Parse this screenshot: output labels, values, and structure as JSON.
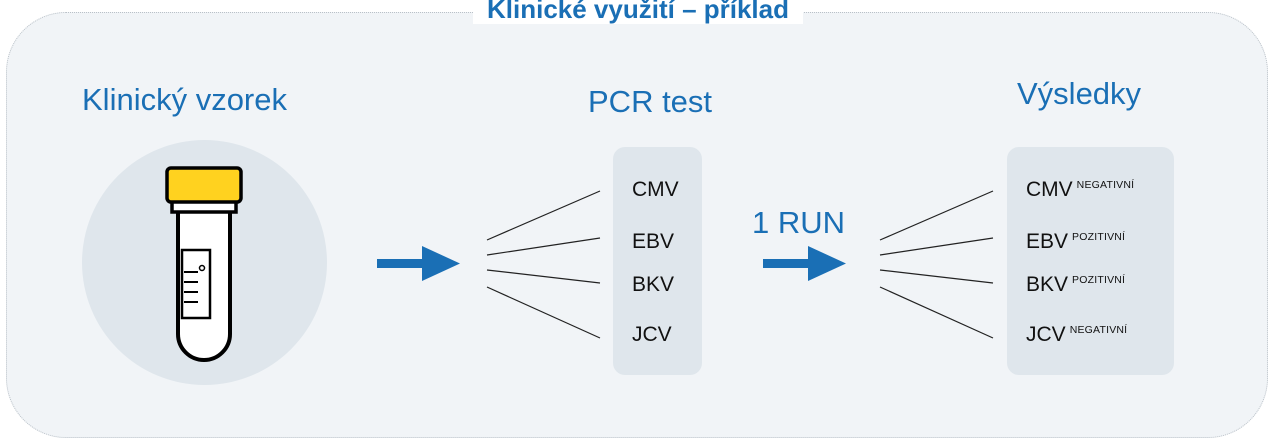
{
  "title": "Klinické využití – příklad",
  "headings": {
    "sample": "Klinický vzorek",
    "pcr": "PCR test",
    "results": "Výsledky"
  },
  "run_label": "1 RUN",
  "pcr_items": [
    "CMV",
    "EBV",
    "BKV",
    "JCV"
  ],
  "results": [
    {
      "name": "CMV",
      "status": "NEGATIVNÍ"
    },
    {
      "name": "EBV",
      "status": "POZITIVNÍ"
    },
    {
      "name": "BKV",
      "status": "POZITIVNÍ"
    },
    {
      "name": "JCV",
      "status": "NEGATIVNÍ"
    }
  ],
  "icons": {
    "tube": "test-tube-icon",
    "arrow": "right-arrow-icon"
  },
  "colors": {
    "accent": "#1a6fb5",
    "cap": "#ffd21f",
    "panel": "#f1f4f7",
    "box": "#dfe6ec"
  }
}
